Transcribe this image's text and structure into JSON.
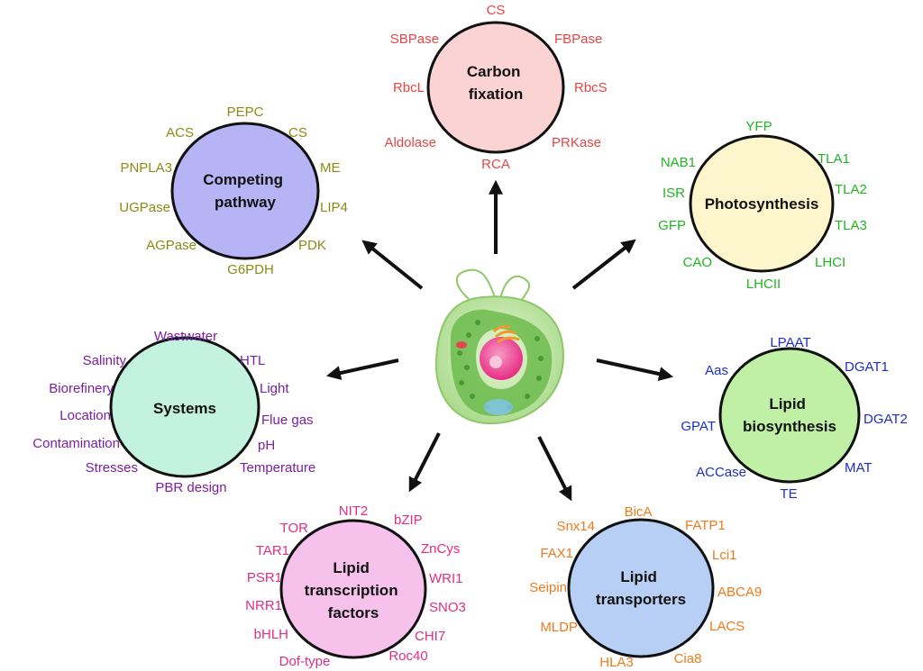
{
  "hubs": {
    "carbon": {
      "title": [
        "Carbon",
        "fixation"
      ],
      "fill": "#fcd3d3",
      "color": "#e84545",
      "genes": [
        "CS",
        "SBPase",
        "FBPase",
        "RbcL",
        "RbcS",
        "Aldolase",
        "PRKase",
        "RCA"
      ]
    },
    "competing": {
      "title": [
        "Competing",
        "pathway"
      ],
      "fill": "#b7b4f5",
      "color": "#8b8b14",
      "genes": [
        "PEPC",
        "ACS",
        "CS",
        "PNPLA3",
        "ME",
        "UGPase",
        "LIP4",
        "AGPase",
        "PDK",
        "G6PDH"
      ]
    },
    "photosynthesis": {
      "title": [
        "Photosynthesis"
      ],
      "fill": "#fdf6cd",
      "color": "#1fb51f",
      "genes": [
        "YFP",
        "NAB1",
        "TLA1",
        "ISR",
        "TLA2",
        "GFP",
        "TLA3",
        "CAO",
        "LHCI",
        "LHCII"
      ]
    },
    "systems": {
      "title": [
        "Systems"
      ],
      "fill": "#c4f2e1",
      "color": "#7a1fa0",
      "genes": [
        "Wastwater",
        "Salinity",
        "HTL",
        "Biorefinery",
        "Light",
        "Location",
        "Flue gas",
        "Contamination",
        "pH",
        "Stresses",
        "Temperature",
        "PBR design"
      ]
    },
    "lipid_bio": {
      "title": [
        "Lipid",
        "biosynthesis"
      ],
      "fill": "#bff0a6",
      "color": "#1c2fc4",
      "genes": [
        "LPAAT",
        "Aas",
        "DGAT1",
        "GPAT",
        "DGAT2",
        "ACCase",
        "MAT",
        "TE"
      ]
    },
    "lipid_tf": {
      "title": [
        "Lipid",
        "transcription",
        "factors"
      ],
      "fill": "#f6c2ec",
      "color": "#df2e84",
      "genes": [
        "NIT2",
        "TOR",
        "bZIP",
        "TAR1",
        "ZnCys",
        "PSR1",
        "WRI1",
        "NRR1",
        "SNO3",
        "bHLH",
        "CHI7",
        "Dof-type",
        "Roc40"
      ]
    },
    "lipid_tr": {
      "title": [
        "Lipid",
        "transporters"
      ],
      "fill": "#b8cff5",
      "color": "#f07a1a",
      "genes": [
        "BicA",
        "Snx14",
        "FATP1",
        "FAX1",
        "Lci1",
        "Seipin",
        "ABCA9",
        "MLDP",
        "LACS",
        "HLA3",
        "Cia8"
      ]
    }
  },
  "colors": {
    "cell_body": "#c3e3a2",
    "cell_edge": "#8ec86a",
    "chloroplast": "#5fae44",
    "nucleus": "#ea2f87",
    "arrow": "#111111"
  }
}
